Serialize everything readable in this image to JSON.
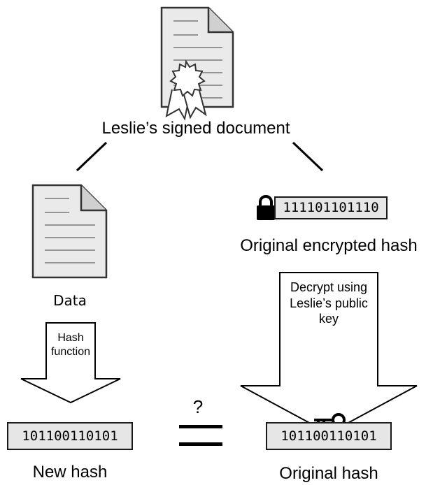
{
  "signed_document_label": "Leslie’s signed document",
  "data_label": "Data",
  "encrypted_hash_value": "111101101110",
  "encrypted_hash_label": "Original encrypted hash",
  "hash_function_label": "Hash function",
  "decrypt_label": "Decrypt using Leslie’s public key",
  "compare_symbol": "?",
  "new_hash_value": "101100110101",
  "new_hash_label": "New hash",
  "original_hash_value": "101100110101",
  "original_hash_label": "Original hash"
}
